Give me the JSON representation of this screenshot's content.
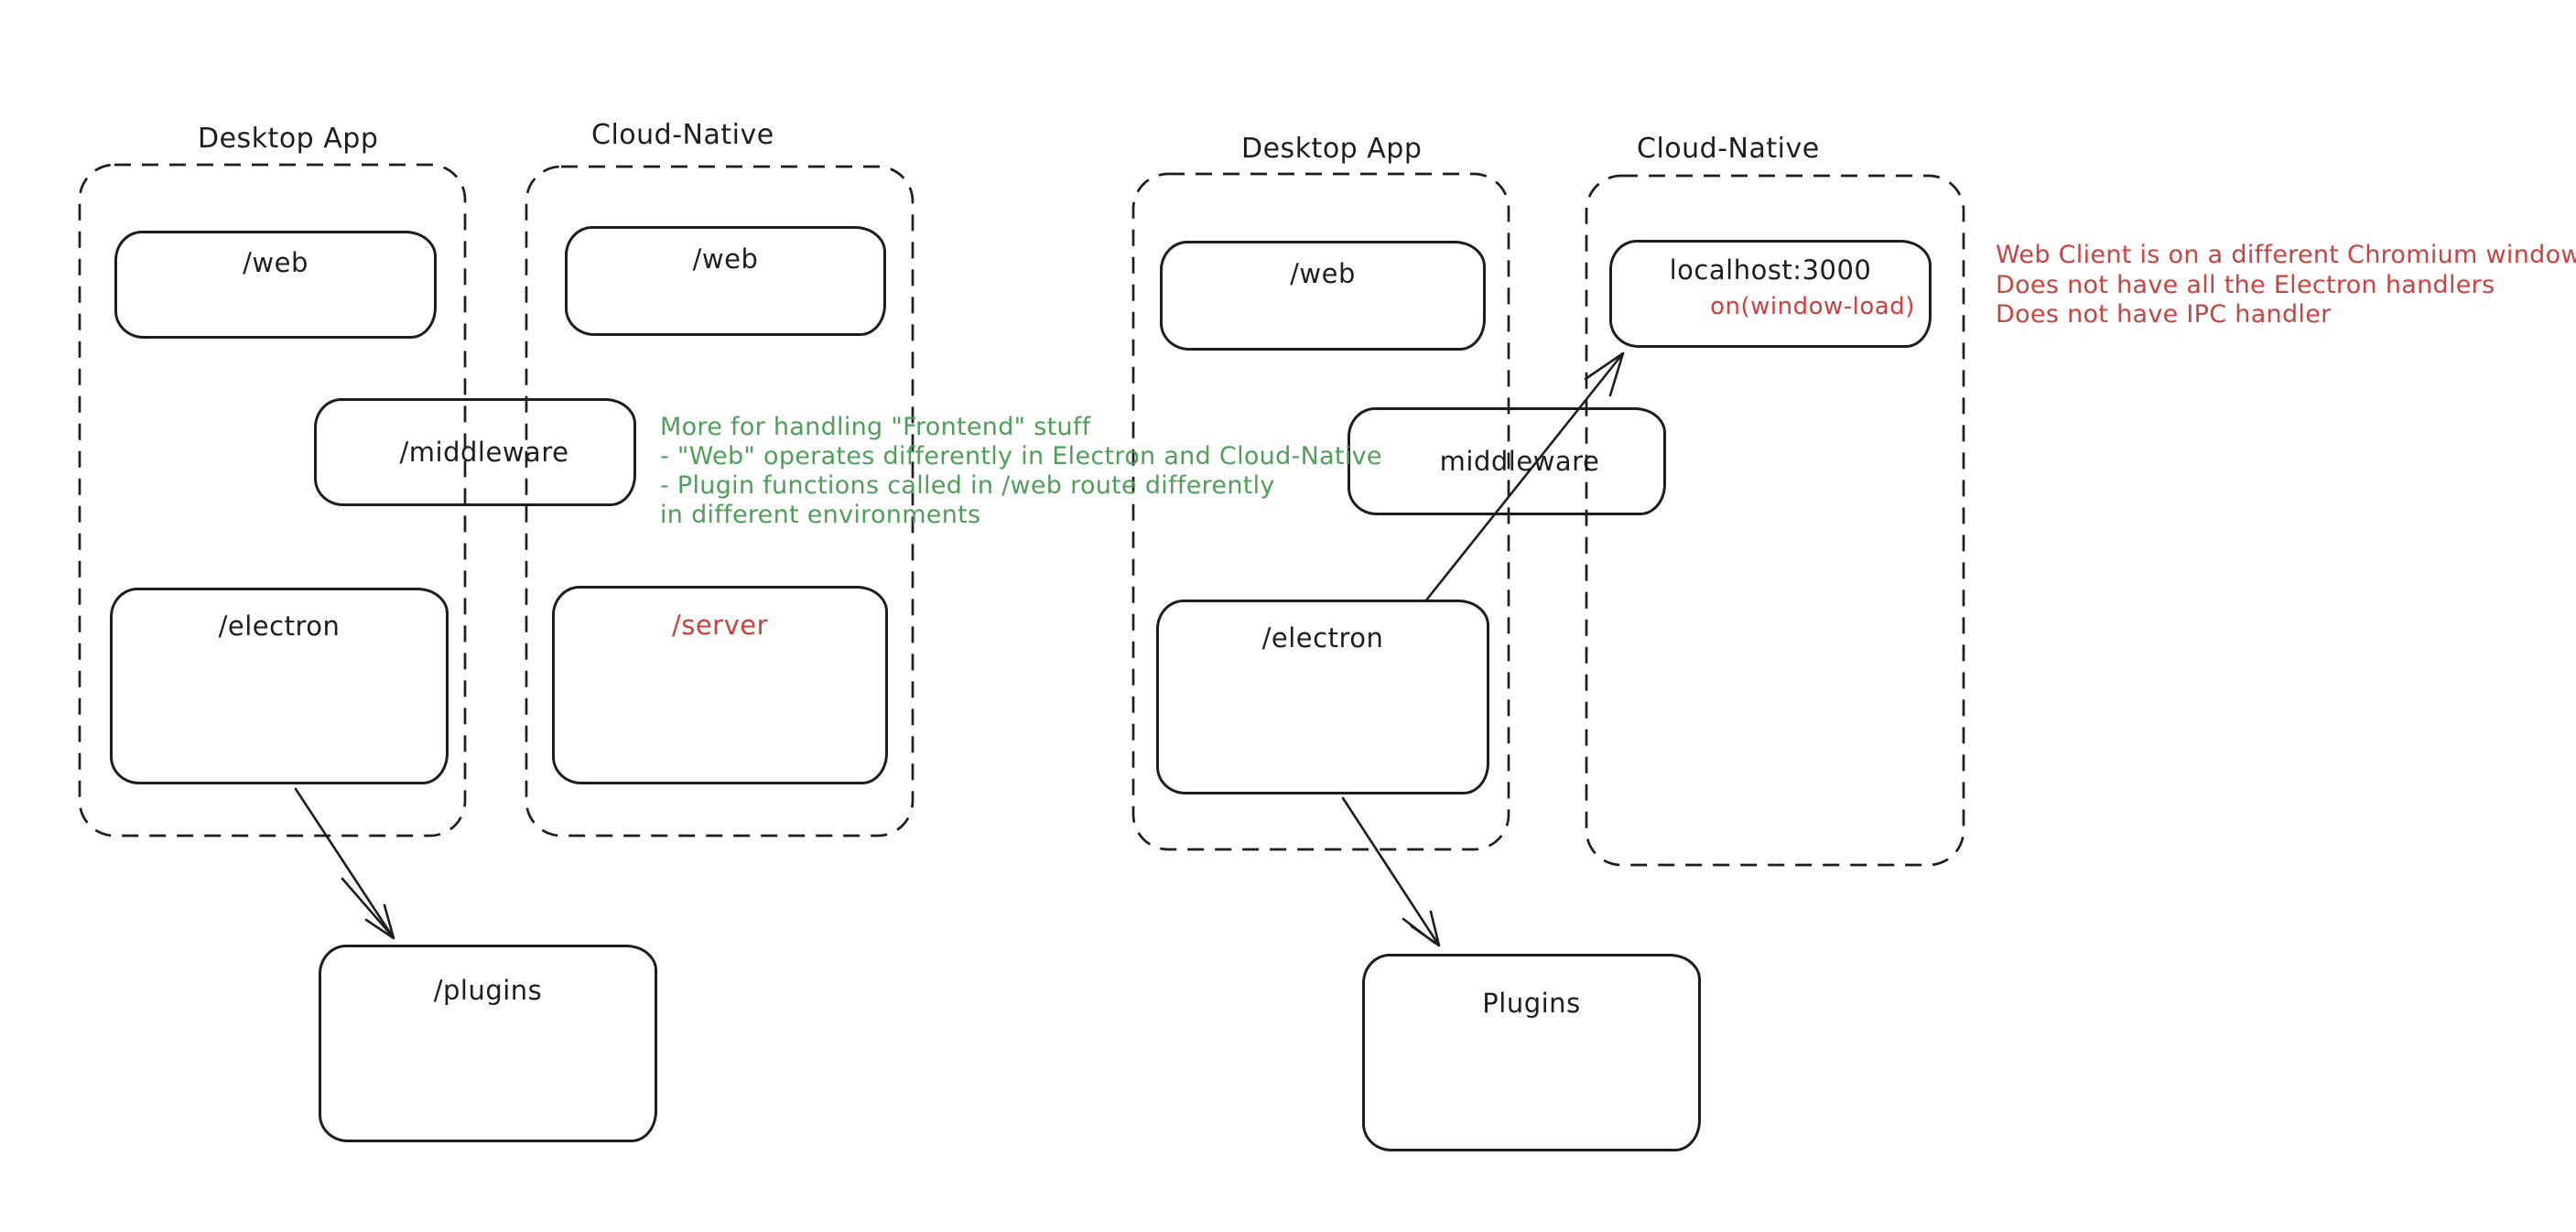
{
  "colors": {
    "ink": "#1e1e1e",
    "red": "#cc403e",
    "green": "#4f9e5a",
    "background": "#ffffff"
  },
  "left_diagram": {
    "desktop_title": "Desktop App",
    "cloud_title": "Cloud-Native",
    "web_desktop": "/web",
    "web_cloud": "/web",
    "middleware": "/middleware",
    "electron": "/electron",
    "server": "/server",
    "plugins": "/plugins",
    "green_note": [
      "More for handling \"Frontend\" stuff",
      "- \"Web\" operates differently in Electron and Cloud-Native",
      "- Plugin functions called in /web route differently",
      "in different environments"
    ]
  },
  "right_diagram": {
    "desktop_title": "Desktop App",
    "cloud_title": "Cloud-Native",
    "web_desktop": "/web",
    "localhost": "localhost:3000",
    "on_window_load": "on(window-load)",
    "middleware": "middleware",
    "electron": "/electron",
    "plugins": "Plugins",
    "red_note": [
      "Web Client is on a different Chromium window",
      "Does not have all the Electron handlers",
      "Does not have IPC handler"
    ]
  }
}
